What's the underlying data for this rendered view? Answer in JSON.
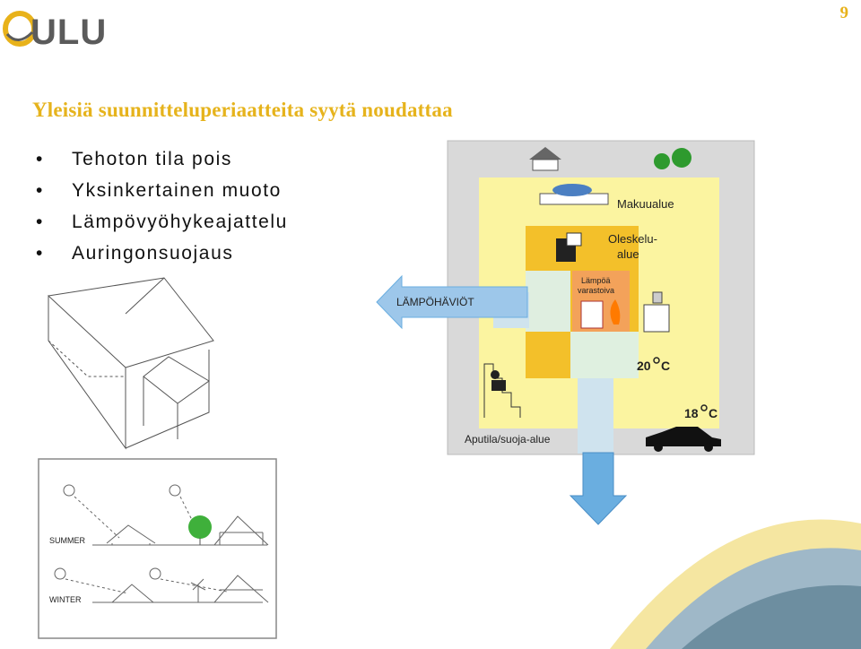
{
  "header": {
    "logo_text": "ULU",
    "page_number": "9"
  },
  "title": "Yleisiä suunnitteluperiaatteita syytä noudattaa",
  "bullets": [
    {
      "label": "Tehoton tila pois"
    },
    {
      "label": "Yksinkertainen muoto"
    },
    {
      "label": "Lämpövyöhykeajattelu"
    },
    {
      "label": "Auringonsuojaus"
    }
  ],
  "zone_diagram": {
    "bedroom_label": "Makuualue",
    "living_label_1": "Oleskelu-",
    "living_label_2": "alue",
    "storage_label_1": "Lämpöä",
    "storage_label_2": "varastoiva",
    "heat_loss_label": "LÄMPÖHÄVIÖT",
    "inner_temp": "20",
    "outer_temp": "18",
    "temp_unit": "C",
    "buffer_label": "Aputila/suoja-alue"
  },
  "sun_diagram": {
    "summer_label": "SUMMER",
    "winter_label": "WINTER"
  },
  "colors": {
    "accent": "#e6b31c",
    "zone_outer": "#fbf4a0",
    "zone_inner": "#f3c02a",
    "arrow": "#6aaee0"
  }
}
